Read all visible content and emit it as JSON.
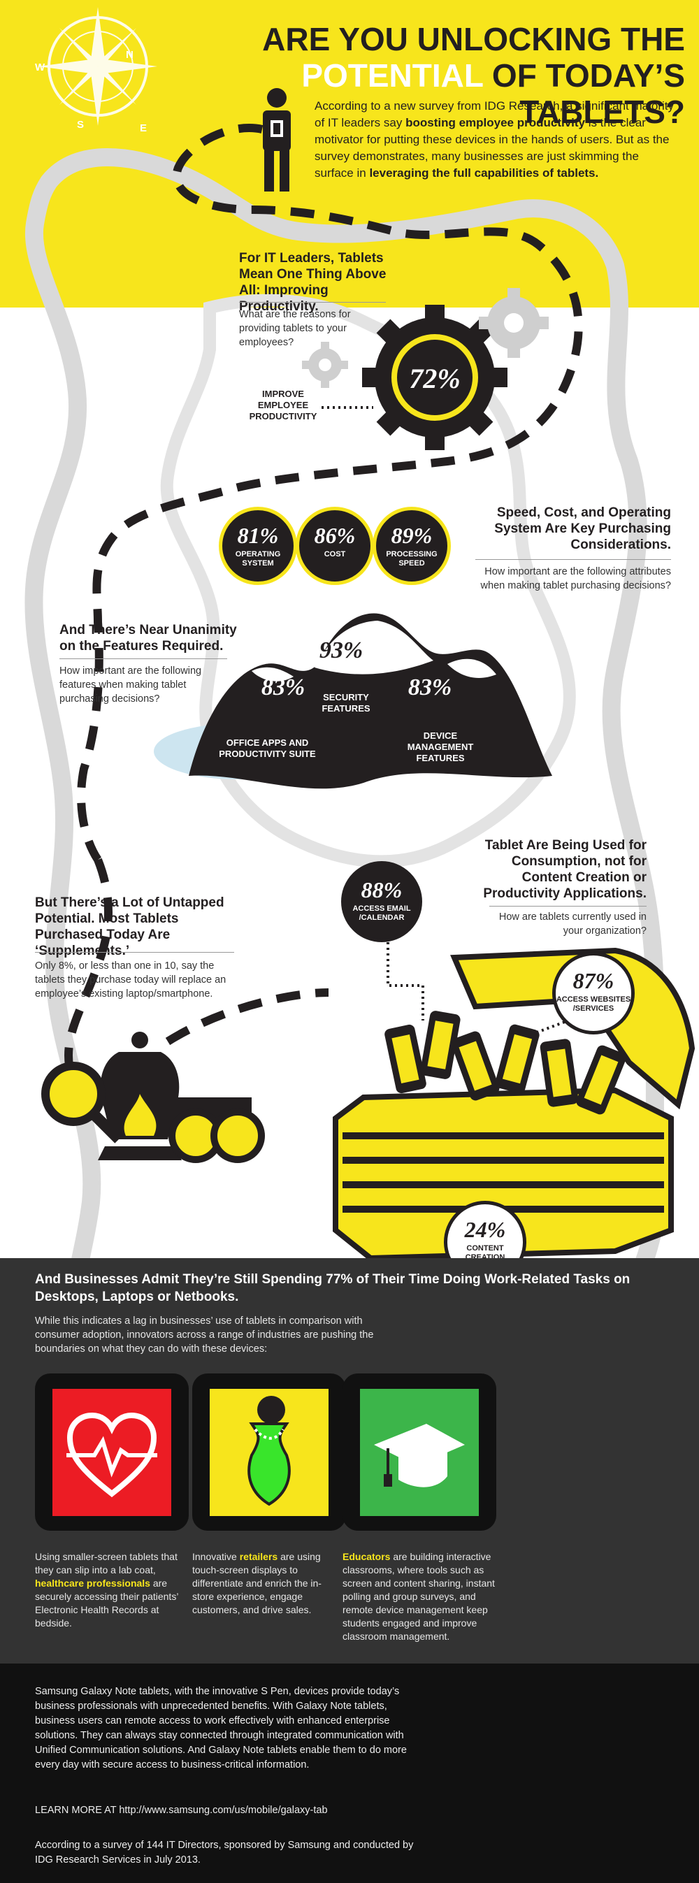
{
  "header": {
    "title_line1": "ARE YOU UNLOCKING THE",
    "title_highlight": "POTENTIAL",
    "title_line2_rest": " OF TODAY’S TABLETS?",
    "intro_1": "According to a new survey from IDG Research, a significant majority of IT leaders say ",
    "intro_bold_1": "boosting employee productivity",
    "intro_2": " is the clear motivator for putting these devices in the hands of users. But as the survey demonstrates, many businesses are just skimming the surface in ",
    "intro_bold_2": "leveraging the full capabilities of tablets."
  },
  "compass": {
    "n": "N",
    "s": "S",
    "w": "W",
    "e": "E"
  },
  "productivity": {
    "heading": "For IT Leaders, Tablets Mean One Thing Above All: Improving Productivity.",
    "question": "What are the reasons for providing tablets to your employees?",
    "percent": "72%",
    "label": "IMPROVE EMPLOYEE PRODUCTIVITY"
  },
  "purchasing": {
    "heading": "Speed, Cost, and Operating System Are Key Purchasing Considerations.",
    "question": "How important are the following attributes when making tablet purchasing decisions?",
    "items": [
      {
        "value": "81%",
        "label": "OPERATING SYSTEM"
      },
      {
        "value": "86%",
        "label": "COST"
      },
      {
        "value": "89%",
        "label": "PROCESSING SPEED"
      }
    ]
  },
  "features": {
    "heading": "And There’s Near Unanimity on the Features Required.",
    "question": "How important are the following features when making tablet purchasing decisions?",
    "items": [
      {
        "value": "83%",
        "label": "OFFICE APPS AND PRODUCTIVITY SUITE"
      },
      {
        "value": "93%",
        "label": "SECURITY FEATURES"
      },
      {
        "value": "83%",
        "label": "DEVICE MANAGEMENT FEATURES"
      }
    ]
  },
  "consumption": {
    "heading": "Tablet Are Being Used for Consumption, not for Content Creation or Productivity Applications.",
    "question": "How are tablets currently used in your organization?",
    "email_value": "88%",
    "email_label": "ACCESS EMAIL /CALENDAR",
    "web_value": "87%",
    "web_label": "ACCESS WEBSITES /SERVICES",
    "content_value": "24%",
    "content_label": "CONTENT CREATION"
  },
  "untapped": {
    "heading": "But There’s a Lot of Untapped Potential. Most Tablets Purchased Today Are ‘Supplements.’",
    "body": "Only 8%, or less than one in 10, say the tablets they purchase today will replace an employee’s existing laptop/smartphone."
  },
  "desktop": {
    "heading": "And Businesses Admit They’re Still Spending 77% of Their Time Doing Work-Related Tasks on Desktops, Laptops or Netbooks.",
    "body": "While this indicates a lag in businesses’ use of tablets in comparison with consumer adoption, innovators across a range of industries are pushing the boundaries on what they can do with these devices:",
    "cases": [
      {
        "pre": "Using smaller-screen tablets that they can slip into a lab coat, ",
        "hl": "healthcare professionals",
        "post": " are securely accessing their patients’ Electronic Health Records at bedside."
      },
      {
        "pre": "Innovative ",
        "hl": "retailers",
        "post": " are using touch-screen displays to differentiate and enrich the in-store experience, engage customers, and drive sales."
      },
      {
        "pre": "",
        "hl": "Educators",
        "post": " are building interactive classrooms, where tools such as screen and content sharing, instant polling and group surveys, and remote device management keep students engaged and improve classroom management."
      }
    ]
  },
  "footer": {
    "body": "Samsung Galaxy Note tablets, with the innovative S Pen, devices provide today’s business professionals with unprecedented benefits. With Galaxy Note tablets, business users can remote access to work effectively with enhanced enterprise solutions. They can always stay connected through integrated communication with Unified Communication solutions. And Galaxy Note tablets enable them to do more every day with secure access to business-critical information.",
    "learn_more": "LEARN MORE AT  http://www.samsung.com/us/mobile/galaxy-tab",
    "source": "According to a survey of 144 IT Directors, sponsored by Samsung and conducted by IDG Research Services in July 2013."
  },
  "colors": {
    "accent": "#f7e51c",
    "dark": "#231f20",
    "panel": "#333333",
    "health": "#ec1c24",
    "retail": "#39e52b",
    "edu": "#3cb54a"
  }
}
